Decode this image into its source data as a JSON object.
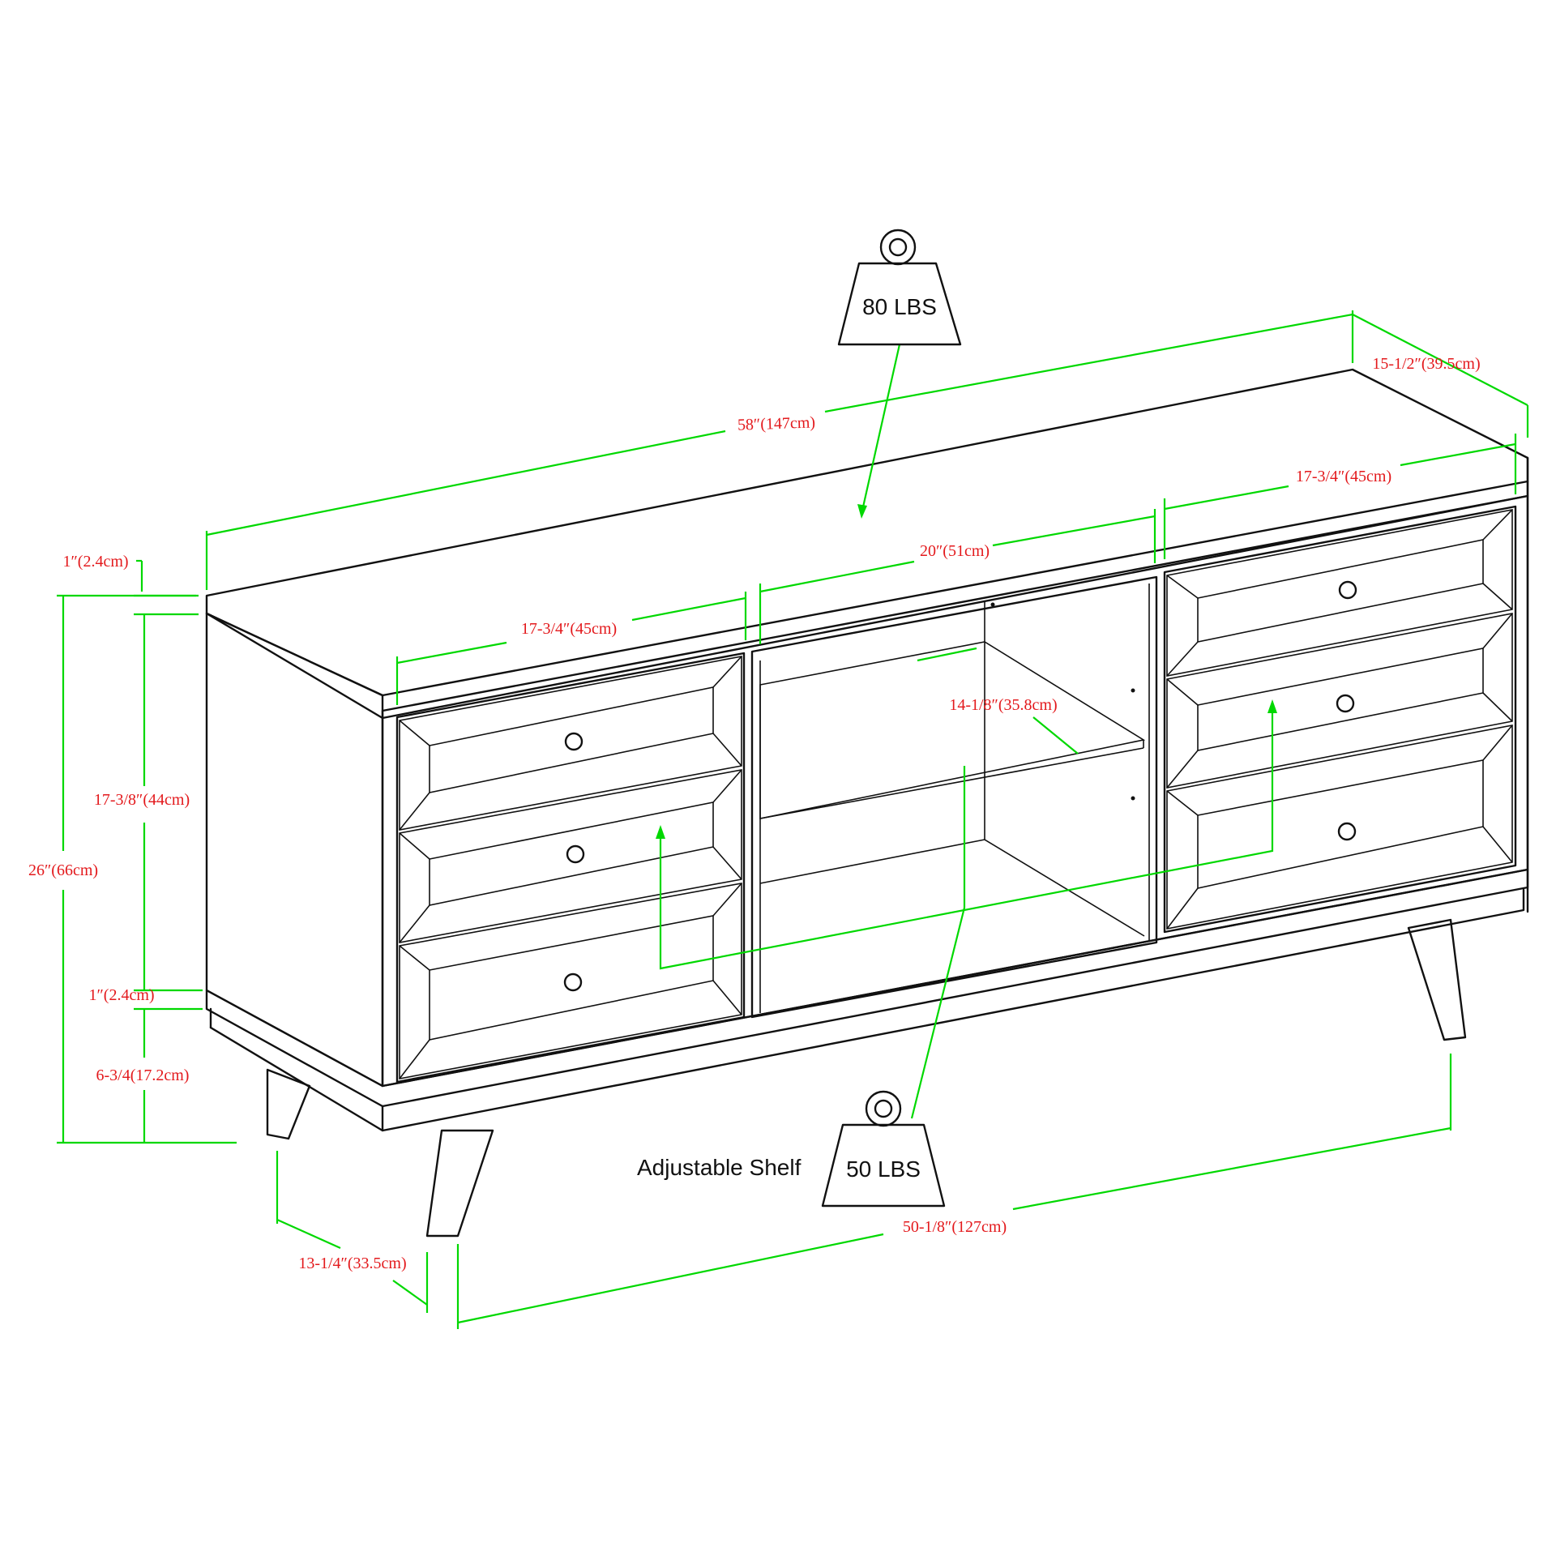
{
  "weights": {
    "top": "80 LBS",
    "shelf": "50 LBS"
  },
  "caption": "Adjustable Shelf",
  "dimensions": {
    "overall_width": "58″(147cm)",
    "depth": "15-1/2″(39.5cm)",
    "right_drawer_width": "17-3/4″(45cm)",
    "center_width": "20″(51cm)",
    "left_drawer_width": "17-3/4″(45cm)",
    "shelf_depth": "14-1/8″(35.8cm)",
    "top_thickness": "1″(2.4cm)",
    "cabinet_height": "17-3/8″(44cm)",
    "overall_height": "26″(66cm)",
    "bottom_thickness": "1″(2.4cm)",
    "leg_height": "6-3/4(17.2cm)",
    "leg_depth_span": "13-1/4″(33.5cm)",
    "leg_width_span": "50-1/8″(127cm)"
  },
  "colors": {
    "dimension_line": "#00d800",
    "dimension_text": "#e3191c",
    "outline": "#111111"
  }
}
